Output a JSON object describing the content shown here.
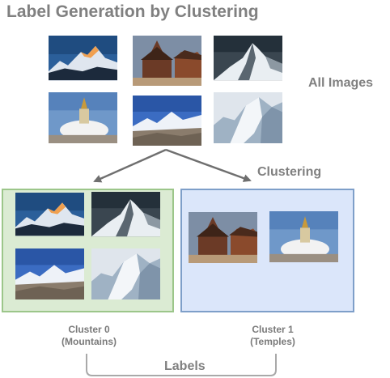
{
  "title": "Label Generation by Clustering",
  "all_images_label": "All Images",
  "clustering_label": "Clustering",
  "labels_label": "Labels",
  "clusters": [
    {
      "name": "Cluster 0",
      "description": "(Mountains)",
      "color": "#dbebd3",
      "border": "#9cc68a"
    },
    {
      "name": "Cluster 1",
      "description": "(Temples)",
      "color": "#dbe6fa",
      "border": "#7e9fc9"
    }
  ],
  "arrow_color": "#6f6f6f"
}
